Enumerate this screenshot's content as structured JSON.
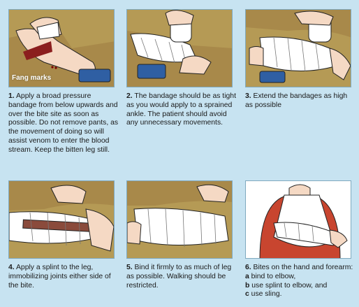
{
  "steps": [
    {
      "num": "1.",
      "text": " Apply a broad pressure bandage from below upwards and over the bite site as soon as possible. Do not remove pants, as the movement of doing so will assist venom to enter the blood stream. Keep the bitten leg still.",
      "label": "Fang marks"
    },
    {
      "num": "2.",
      "text": " The bandage should be as tight as you would apply to a sprained ankle. The patient should avoid any unnecessary movements."
    },
    {
      "num": "3.",
      "text": " Extend the bandages as high as possible"
    },
    {
      "num": "4.",
      "text": " Apply a splint to the leg, immobilizing joints either side of the bite."
    },
    {
      "num": "5.",
      "text": " Bind it firmly to as much of leg as possible. Walking should be restricted."
    },
    {
      "num": "6.",
      "text_a": " Bites on the hand and forearm: ",
      "a": "a",
      "text_b": " bind to elbow, ",
      "b": "b",
      "text_c": " use splint to elbow, and ",
      "c": "c",
      "text_d": " use sling."
    }
  ],
  "colors": {
    "background": "#c7e3f1",
    "skin": "#f5d9c4",
    "pants": "#b59a55",
    "bandage": "#ffffff",
    "shoe": "#2f5fa3",
    "shirt": "#c8452f",
    "splint": "#8a4b3c"
  }
}
